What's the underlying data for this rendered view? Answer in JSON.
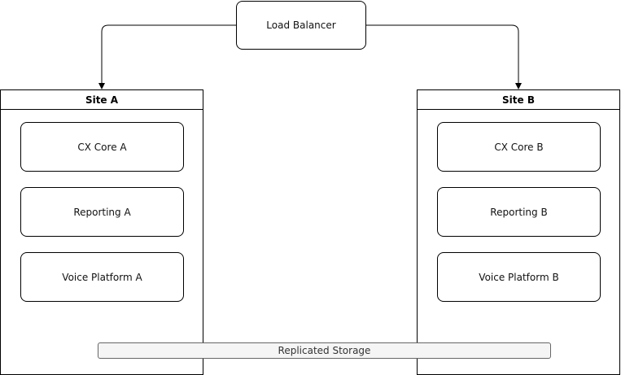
{
  "load_balancer": {
    "label": "Load Balancer"
  },
  "sites": [
    {
      "title": "Site A",
      "components": [
        "CX Core A",
        "Reporting A",
        "Voice Platform A"
      ]
    },
    {
      "title": "Site B",
      "components": [
        "CX Core B",
        "Reporting B",
        "Voice Platform B"
      ]
    }
  ],
  "storage": {
    "label": "Replicated Storage"
  },
  "colors": {
    "stroke": "#000000",
    "storage_fill": "#f5f5f5",
    "storage_stroke": "#666666"
  }
}
